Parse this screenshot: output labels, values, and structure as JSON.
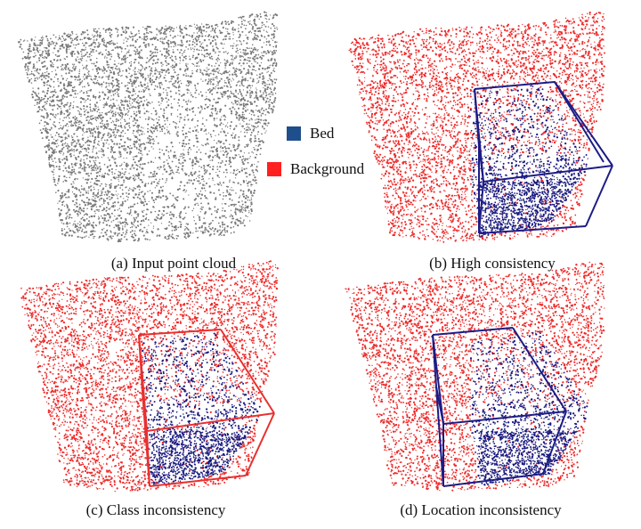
{
  "panels": [
    {
      "caption": "(a) Input point cloud",
      "coloring": "gray"
    },
    {
      "caption": "(b) High consistency",
      "coloring": "label",
      "box_color": "#1c1c86"
    },
    {
      "caption": "(c) Class inconsistency",
      "coloring": "label",
      "box_color": "#e83030"
    },
    {
      "caption": "(d) Location inconsistency",
      "coloring": "label",
      "box_color": "#1c1c86"
    }
  ],
  "legend": [
    {
      "label": "Bed",
      "color": "#1f4e8c"
    },
    {
      "label": "Background",
      "color": "#ff2020"
    }
  ],
  "colors": {
    "points_gray": "#7a7a7a",
    "points_background": "#ee2b2b",
    "points_bed": "#1a1a80"
  }
}
